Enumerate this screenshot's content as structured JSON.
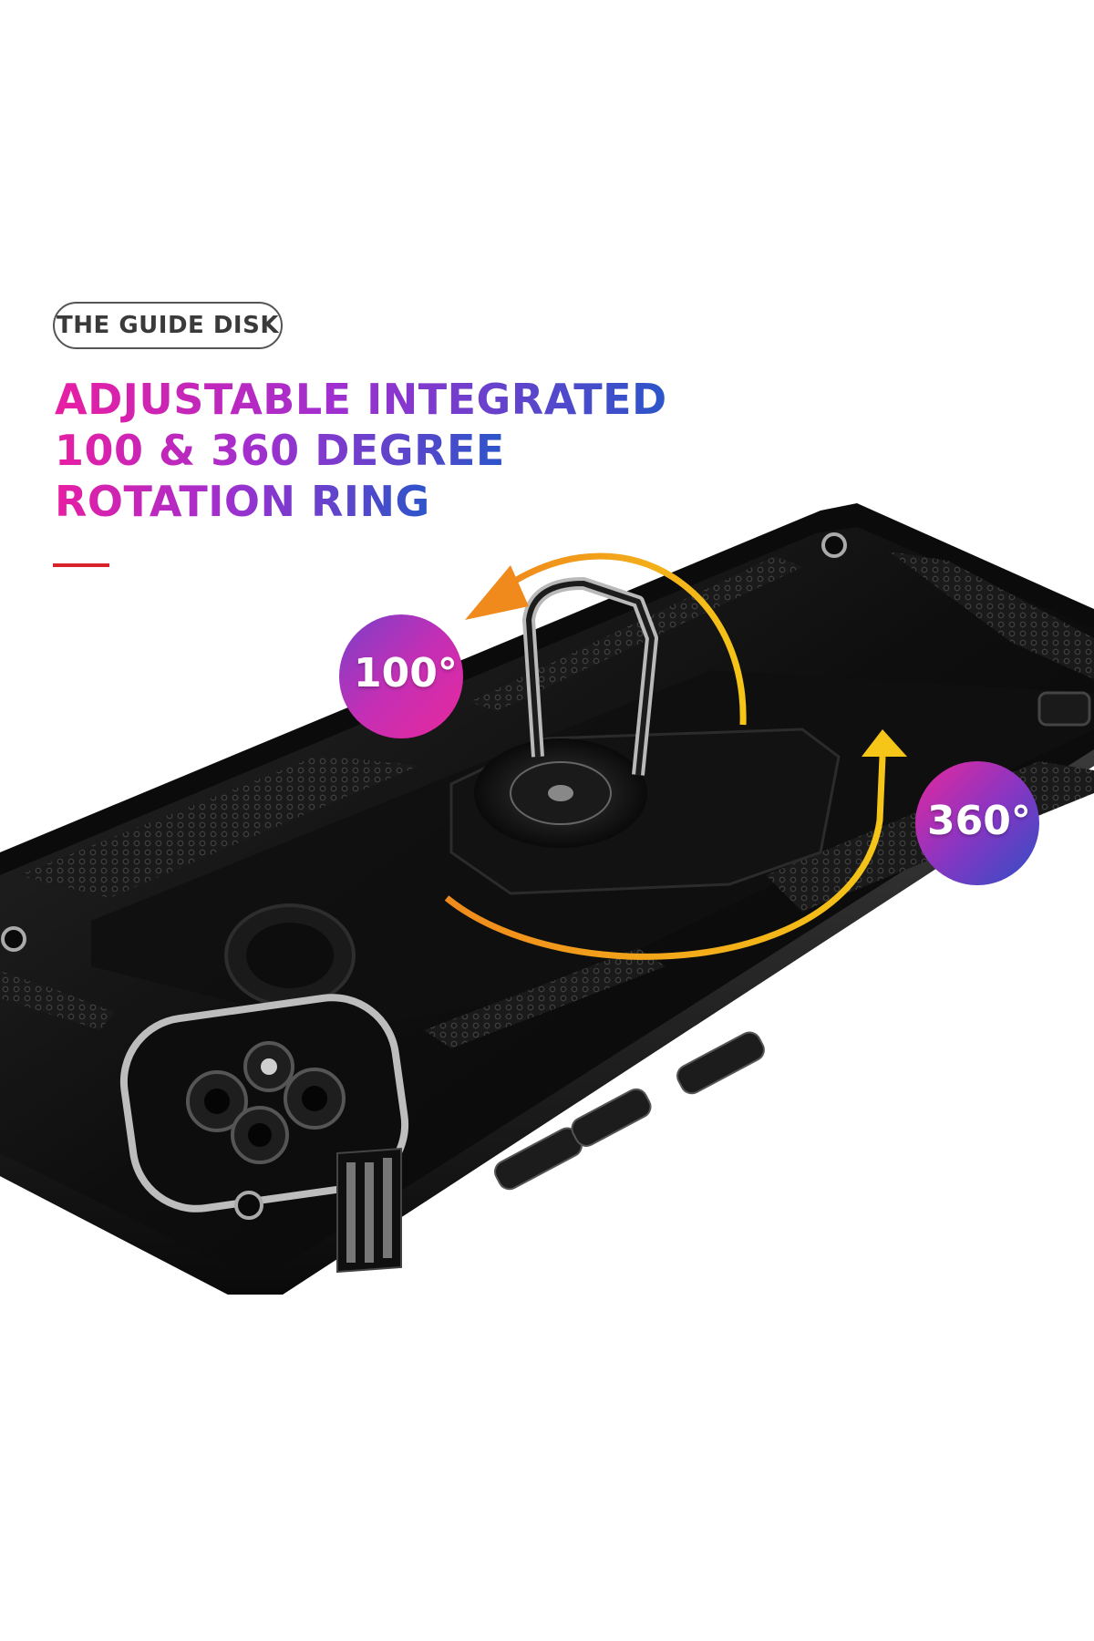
{
  "tag": "THE GUIDE DISK",
  "headline": {
    "line1": "ADJUSTABLE INTEGRATED",
    "line2": "100 & 360 DEGREE",
    "line3": "ROTATION RING"
  },
  "badges": {
    "left": "100°",
    "right": "360°"
  },
  "colors": {
    "gradient_start": "#e81ea3",
    "gradient_mid": "#a12fcf",
    "gradient_end": "#2b55c9",
    "accent_line": "#d8232a",
    "arrow_yellow": "#f5c518",
    "arrow_orange": "#f08a1c",
    "case_black": "#141414"
  }
}
